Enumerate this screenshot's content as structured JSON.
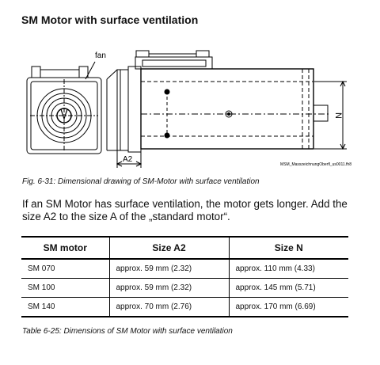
{
  "section": {
    "heading": "SM Motor with surface ventilation"
  },
  "figure": {
    "fan_label": "fan",
    "a2_label": "A2",
    "n_label": "N",
    "file_label": "MSM_MasszeichnungOberfl_us0011.fh8",
    "caption": "Fig. 6-31: Dimensional drawing of SM-Motor with surface ventilation"
  },
  "body_text": "If an SM Motor has surface ventilation, the motor gets longer. Add the size A2 to the size A of the „standard motor“.",
  "table": {
    "headers": [
      "SM motor",
      "Size A2",
      "Size N"
    ],
    "rows": [
      [
        "SM 070",
        "approx. 59 mm (2.32)",
        "approx. 110 mm (4.33)"
      ],
      [
        "SM 100",
        "approx. 59 mm (2.32)",
        "approx. 145 mm (5.71)"
      ],
      [
        "SM 140",
        "approx. 70 mm (2.76)",
        "approx. 170 mm (6.69)"
      ]
    ],
    "caption": "Table 6-25: Dimensions of SM Motor with surface ventilation"
  }
}
